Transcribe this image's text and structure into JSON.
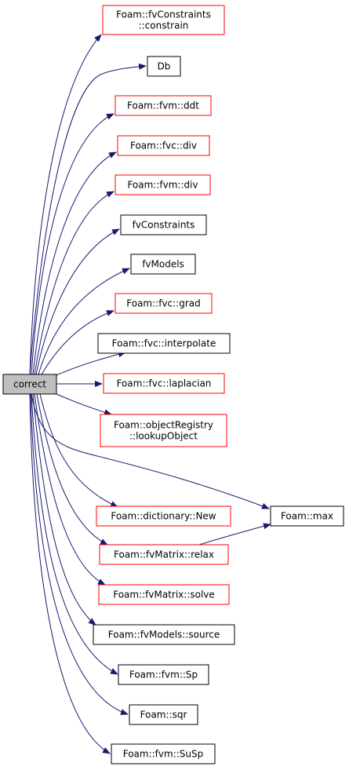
{
  "colors": {
    "edge": "#191970",
    "border_expandable": "#ff0000",
    "border_plain": "#000000",
    "root_fill": "#bfbfbf",
    "node_fill": "#ffffff"
  },
  "graph": {
    "root": {
      "id": "correct",
      "label": "correct"
    },
    "nodes": [
      {
        "id": "constrain",
        "lines": [
          "Foam::fvConstraints",
          "::constrain"
        ],
        "expandable": true
      },
      {
        "id": "db",
        "lines": [
          "Db"
        ],
        "expandable": false
      },
      {
        "id": "ddt",
        "lines": [
          "Foam::fvm::ddt"
        ],
        "expandable": true
      },
      {
        "id": "fvc_div",
        "lines": [
          "Foam::fvc::div"
        ],
        "expandable": true
      },
      {
        "id": "fvm_div",
        "lines": [
          "Foam::fvm::div"
        ],
        "expandable": true
      },
      {
        "id": "fvconstraints",
        "lines": [
          "fvConstraints"
        ],
        "expandable": false
      },
      {
        "id": "fvmodels",
        "lines": [
          "fvModels"
        ],
        "expandable": false
      },
      {
        "id": "grad",
        "lines": [
          "Foam::fvc::grad"
        ],
        "expandable": true
      },
      {
        "id": "interpolate",
        "lines": [
          "Foam::fvc::interpolate"
        ],
        "expandable": false
      },
      {
        "id": "laplacian",
        "lines": [
          "Foam::fvc::laplacian"
        ],
        "expandable": true
      },
      {
        "id": "lookupobject",
        "lines": [
          "Foam::objectRegistry",
          "::lookupObject"
        ],
        "expandable": true
      },
      {
        "id": "max",
        "lines": [
          "Foam::max"
        ],
        "expandable": false
      },
      {
        "id": "new",
        "lines": [
          "Foam::dictionary::New"
        ],
        "expandable": true
      },
      {
        "id": "relax",
        "lines": [
          "Foam::fvMatrix::relax"
        ],
        "expandable": true
      },
      {
        "id": "solve",
        "lines": [
          "Foam::fvMatrix::solve"
        ],
        "expandable": true
      },
      {
        "id": "source",
        "lines": [
          "Foam::fvModels::source"
        ],
        "expandable": false
      },
      {
        "id": "sp",
        "lines": [
          "Foam::fvm::Sp"
        ],
        "expandable": false
      },
      {
        "id": "sqr",
        "lines": [
          "Foam::sqr"
        ],
        "expandable": false
      },
      {
        "id": "susp",
        "lines": [
          "Foam::fvm::SuSp"
        ],
        "expandable": false
      }
    ],
    "edges": [
      {
        "from": "correct",
        "to": "constrain"
      },
      {
        "from": "correct",
        "to": "db"
      },
      {
        "from": "correct",
        "to": "ddt"
      },
      {
        "from": "correct",
        "to": "fvc_div"
      },
      {
        "from": "correct",
        "to": "fvm_div"
      },
      {
        "from": "correct",
        "to": "fvconstraints"
      },
      {
        "from": "correct",
        "to": "fvmodels"
      },
      {
        "from": "correct",
        "to": "grad"
      },
      {
        "from": "correct",
        "to": "interpolate"
      },
      {
        "from": "correct",
        "to": "laplacian"
      },
      {
        "from": "correct",
        "to": "lookupobject"
      },
      {
        "from": "correct",
        "to": "max"
      },
      {
        "from": "correct",
        "to": "new"
      },
      {
        "from": "correct",
        "to": "relax"
      },
      {
        "from": "correct",
        "to": "solve"
      },
      {
        "from": "correct",
        "to": "source"
      },
      {
        "from": "correct",
        "to": "sp"
      },
      {
        "from": "correct",
        "to": "sqr"
      },
      {
        "from": "correct",
        "to": "susp"
      },
      {
        "from": "relax",
        "to": "max"
      }
    ]
  }
}
